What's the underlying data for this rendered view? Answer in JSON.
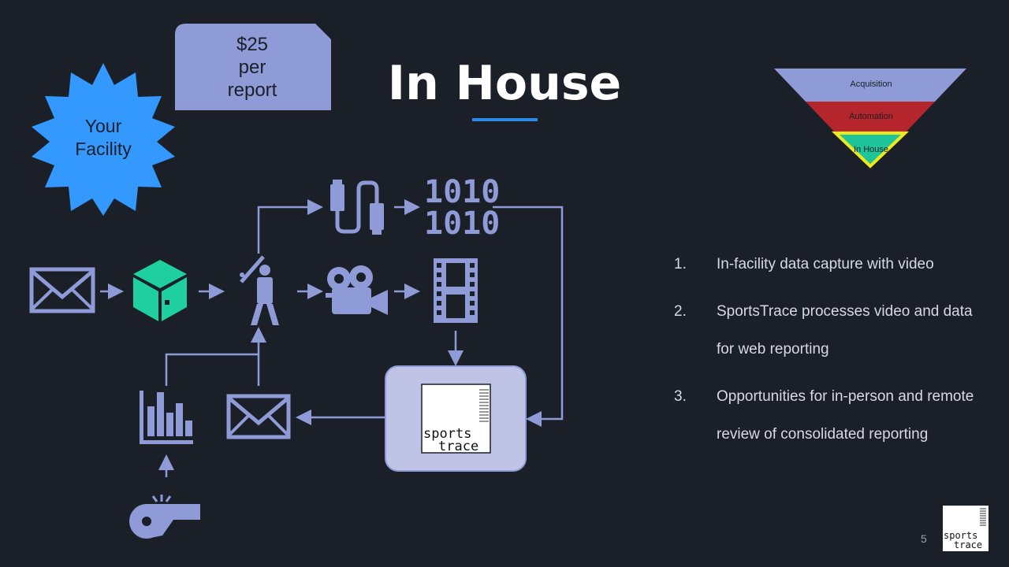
{
  "slide": {
    "title": "In House",
    "page_number": "5",
    "price": {
      "line1": "$25",
      "line2": "per",
      "line3": "report"
    },
    "facility": {
      "line1": "Your",
      "line2": "Facility"
    },
    "funnel": {
      "levels": [
        {
          "label": "Acquisition",
          "color": "#8e9bd6"
        },
        {
          "label": "Automation",
          "color": "#b5252c"
        },
        {
          "label": "In House",
          "color": "#1ec49a",
          "highlight": "#f0e91a"
        }
      ]
    },
    "steps": [
      {
        "num": "1.",
        "line1": "In-facility data capture with video",
        "line2": ""
      },
      {
        "num": "2.",
        "line1": "SportsTrace processes video and data",
        "line2": "for web reporting"
      },
      {
        "num": "3.",
        "line1": "Opportunities for in-person and remote",
        "line2": "review of consolidated reporting"
      }
    ],
    "diagram": {
      "binary_top": "1010",
      "binary_bottom": "1010",
      "logo_word1": "sports",
      "logo_word2": "trace",
      "icons": [
        "mail-icon",
        "package-icon",
        "batter-icon",
        "cable-icon",
        "binary-icon",
        "video-camera-icon",
        "film-strip-icon",
        "sportstrace-logo",
        "mail-icon",
        "bar-chart-icon",
        "whistle-icon"
      ]
    },
    "colors": {
      "background": "#1b1f28",
      "icon": "#8e9bd6",
      "accent": "#2f8ae6",
      "star": "#3399ff",
      "package": "#1fcf9f"
    }
  }
}
